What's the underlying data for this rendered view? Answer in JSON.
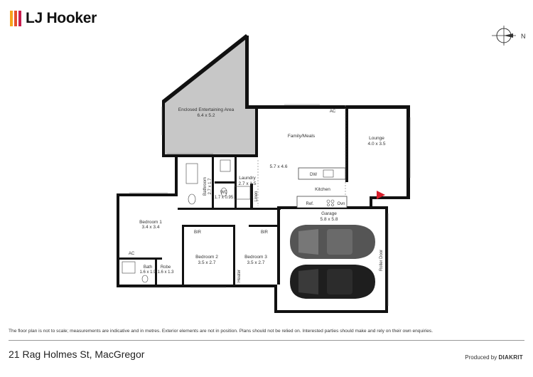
{
  "brand": {
    "name": "LJ Hooker",
    "colors": [
      "#f7a51c",
      "#e6502b",
      "#c81e4f"
    ]
  },
  "compass": {
    "label": "N"
  },
  "rooms": {
    "entertaining": {
      "name": "Enclosed Entertaining Area",
      "size": "6.4 x 5.2"
    },
    "family": {
      "name": "Family/Meals"
    },
    "living_dims": "5.7 x 4.6",
    "lounge": {
      "name": "Lounge",
      "size": "4.0 x 3.5"
    },
    "kitchen": {
      "name": "Kitchen"
    },
    "laundry": {
      "name": "Laundry",
      "size": "2.7 x 1.5"
    },
    "bathroom": {
      "name": "Bathroom",
      "size": "2.7 x 1.7"
    },
    "wc": {
      "name": "WC",
      "size": "1.7 x 0.95"
    },
    "bedroom1": {
      "name": "Bedroom 1",
      "size": "3.4 x 3.4"
    },
    "bedroom2": {
      "name": "Bedroom 2",
      "size": "3.5 x 2.7"
    },
    "bedroom3": {
      "name": "Bedroom 3",
      "size": "3.5 x 2.7"
    },
    "bath": {
      "name": "Bath",
      "size": "1.6 x 1.9"
    },
    "robe": {
      "name": "Robe",
      "size": "1.6 x 1.3"
    },
    "garage": {
      "name": "Garage",
      "size": "5.8 x 5.8"
    }
  },
  "fixtures": {
    "ac": "AC",
    "dw": "DW",
    "ref": "Ref.",
    "ovn": "Ovn",
    "linen": "Linen",
    "heater": "Heater",
    "bir": "BIR",
    "roller_door": "Roller Door"
  },
  "colors": {
    "entertaining_fill": "#c7c7c7",
    "wall": "#111111",
    "entry_arrow": "#d61e2b"
  },
  "disclaimer": "The floor plan is not to scale; measurements are indicative and in metres. Exterior elements are not in position. Plans should not be relied on. Interested parties should make and rely on their own enquiries.",
  "address": "21 Rag Holmes St, MacGregor",
  "credit": {
    "prefix": "Produced by",
    "brand": "DIAKRIT"
  }
}
